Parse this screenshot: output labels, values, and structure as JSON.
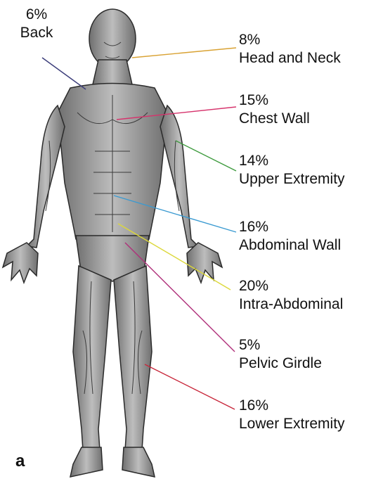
{
  "panel_letter": "a",
  "labels": [
    {
      "id": "back",
      "percent": "6%",
      "name": "Back",
      "color": "#3b3d7a"
    },
    {
      "id": "head-neck",
      "percent": "8%",
      "name": "Head and Neck",
      "color": "#d9a233"
    },
    {
      "id": "chest-wall",
      "percent": "15%",
      "name": "Chest Wall",
      "color": "#d6336c"
    },
    {
      "id": "upper-extremity",
      "percent": "14%",
      "name": "Upper Extremity",
      "color": "#3d9a3d"
    },
    {
      "id": "abdominal-wall",
      "percent": "16%",
      "name": "Abdominal Wall",
      "color": "#3a9ad1"
    },
    {
      "id": "intra-abdominal",
      "percent": "20%",
      "name": "Intra-Abdominal",
      "color": "#dcd83a"
    },
    {
      "id": "pelvic-girdle",
      "percent": "5%",
      "name": "Pelvic Girdle",
      "color": "#b0307a"
    },
    {
      "id": "lower-extremity",
      "percent": "16%",
      "name": "Lower Extremity",
      "color": "#c8283c"
    }
  ]
}
